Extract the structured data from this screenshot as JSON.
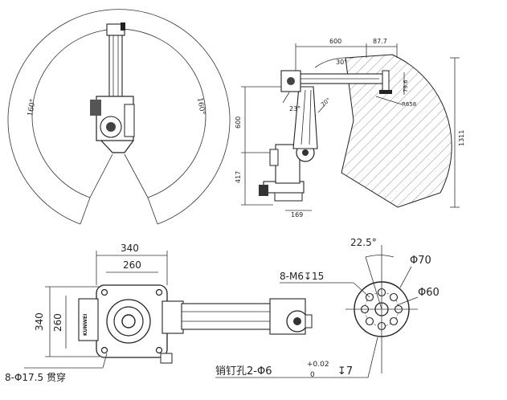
{
  "top_view": {
    "angle_left": "160°",
    "angle_right": "160°"
  },
  "side_view": {
    "dim_600_h": "600",
    "dim_87_7": "87.7",
    "angle_30": "30°",
    "dim_79_6": "79.6",
    "dim_r658": "R658",
    "dim_1311": "1311",
    "angle_23": "23°",
    "angle_70": "70°",
    "dim_600_v": "600",
    "dim_417": "417",
    "dim_169": "169"
  },
  "base_view": {
    "dim_340_w": "340",
    "dim_260_w": "260",
    "dim_340_h": "340",
    "dim_260_h": "260",
    "hole_note": "8-Φ17.5 贯穿",
    "plate_text": "KUNWEI"
  },
  "flange_view": {
    "angle": "22.5°",
    "thread_note": "8-M6↧15",
    "dia_70": "Φ70",
    "dia_60": "Φ60",
    "pin_note": "销钉孔2-Φ6",
    "tol_upper": "+0.02",
    "tol_lower": "0",
    "pin_depth": "↧7"
  },
  "colors": {
    "line": "#222222",
    "hatch": "#666666",
    "background": "#ffffff"
  }
}
